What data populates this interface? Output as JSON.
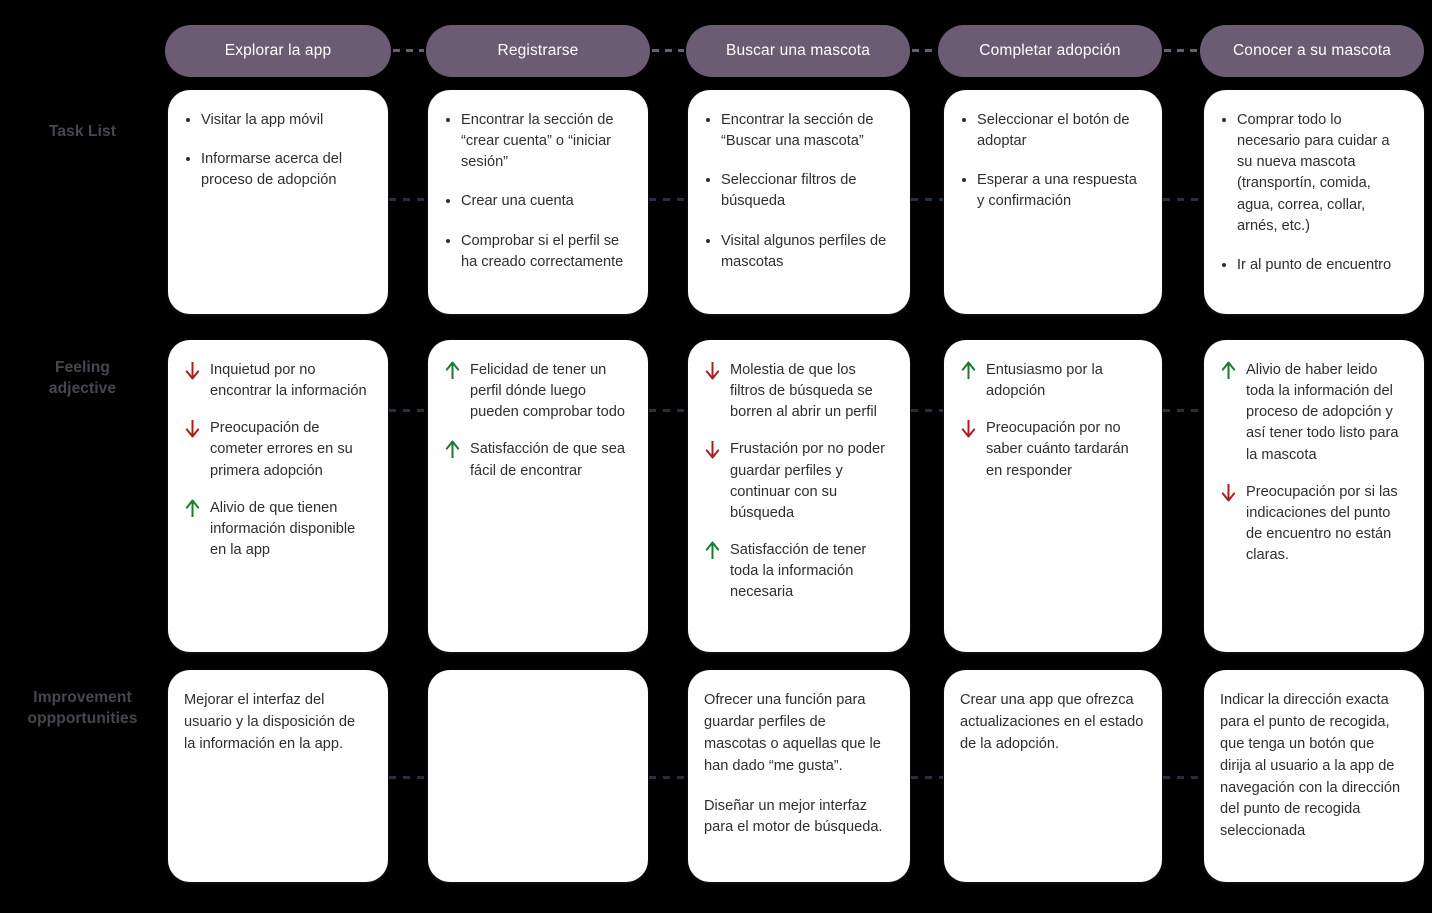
{
  "theme": {
    "background": "#000000",
    "pill_color": "#6b5c74",
    "pill_text": "#ffffff",
    "card_bg": "#ffffff",
    "body_text": "#2e2e33",
    "row_label_color": "#4a4450",
    "arrow_up_color": "#1e7a32",
    "arrow_down_color": "#a81f22",
    "pill_connector_color": "#6b5c74",
    "card_connector_color": "#242f40"
  },
  "rows": [
    {
      "key": "task_list",
      "label": "Task List"
    },
    {
      "key": "feeling",
      "label": "Feeling\nadjective"
    },
    {
      "key": "improvement",
      "label": "Improvement\noppportunities"
    }
  ],
  "stages": [
    {
      "header": "Explorar la app",
      "tasks": [
        "Visitar la app móvil",
        "Informarse acerca del proceso de adopción"
      ],
      "feelings": [
        {
          "dir": "down",
          "text": "Inquietud por no encontrar la información"
        },
        {
          "dir": "down",
          "text": "Preocupación de cometer errores en su primera adopción"
        },
        {
          "dir": "up",
          "text": "Alivio de que tienen información disponible en la app"
        }
      ],
      "improvements": [
        "Mejorar el interfaz del usuario y la disposición de la información en la app."
      ]
    },
    {
      "header": "Registrarse",
      "tasks": [
        "Encontrar la sección de “crear cuenta” o “iniciar sesión”",
        "Crear una cuenta",
        "Comprobar si el perfil se ha creado correctamente"
      ],
      "feelings": [
        {
          "dir": "up",
          "text": "Felicidad de tener un perfil dónde luego pueden comprobar todo"
        },
        {
          "dir": "up",
          "text": "Satisfacción de que sea fácil de encontrar"
        }
      ],
      "improvements": []
    },
    {
      "header": "Buscar una mascota",
      "tasks": [
        "Encontrar la sección de “Buscar una mascota”",
        "Seleccionar filtros de búsqueda",
        "Visital algunos perfiles de mascotas"
      ],
      "feelings": [
        {
          "dir": "down",
          "text": "Molestia de que los filtros de búsqueda se borren al abrir un perfil"
        },
        {
          "dir": "down",
          "text": "Frustación por no poder guardar perfiles y continuar con su búsqueda"
        },
        {
          "dir": "up",
          "text": "Satisfacción de tener toda la información necesaria"
        }
      ],
      "improvements": [
        "Ofrecer una función para guardar perfiles de mascotas o aquellas que le han dado “me gusta”.",
        "Diseñar un mejor interfaz para el motor de búsqueda."
      ]
    },
    {
      "header": "Completar adopción",
      "tasks": [
        "Seleccionar el botón de adoptar",
        "Esperar a una respuesta y confirmación"
      ],
      "feelings": [
        {
          "dir": "up",
          "text": "Entusiasmo por la adopción"
        },
        {
          "dir": "down",
          "text": "Preocupación por no saber cuánto tardarán en responder"
        }
      ],
      "improvements": [
        "Crear una app que ofrezca actualizaciones en el estado de la adopción."
      ]
    },
    {
      "header": "Conocer a su mascota",
      "tasks": [
        "Comprar todo lo necesario para cuidar a su nueva mascota (transportín, comida, agua, correa, collar, arnés, etc.)",
        "Ir al punto de encuentro"
      ],
      "feelings": [
        {
          "dir": "up",
          "text": "Alivio de haber leido toda la información del proceso de adopción y así tener todo listo para la mascota"
        },
        {
          "dir": "down",
          "text": "Preocupación por si las indicaciones del punto de encuentro no están claras."
        }
      ],
      "improvements": [
        "Indicar la dirección exacta para el punto de recogida, que tenga un botón que dirija al usuario a la app de navegación con la dirección del punto de recogida seleccionada"
      ]
    }
  ],
  "icons": {
    "arrow_up": "arrow-up-icon",
    "arrow_down": "arrow-down-icon",
    "bullet": "bullet-dot-icon"
  }
}
